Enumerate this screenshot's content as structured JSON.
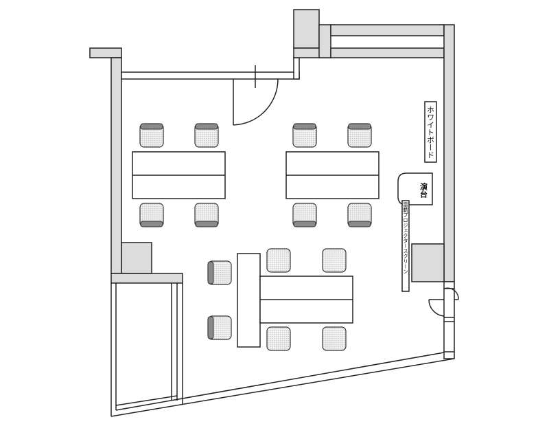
{
  "labels": {
    "whiteboard": "ホワイトボード",
    "podium": "演台",
    "screen": "電動プロジェクタースクリーン"
  },
  "colors": {
    "wall": "#dcdcdc",
    "chair_seat": "#e6e6e6",
    "chair_back": "#8a8a8a",
    "line": "#222222"
  }
}
